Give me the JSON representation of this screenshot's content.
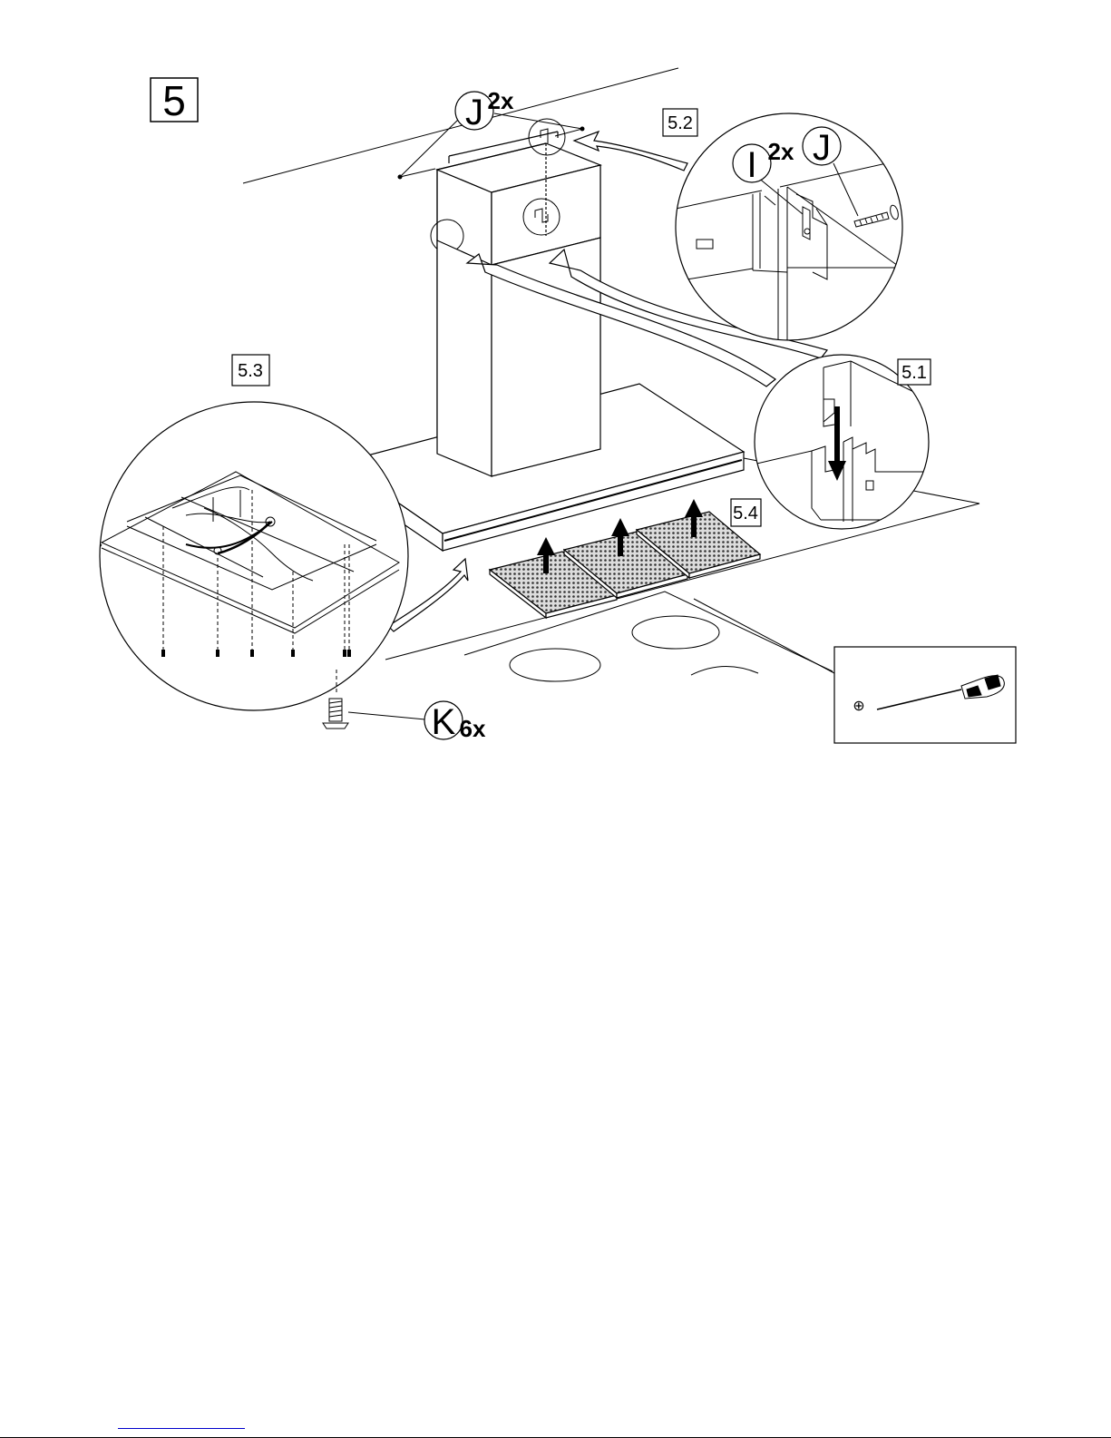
{
  "step": {
    "number": "5"
  },
  "sub_steps": {
    "s51": "5.1",
    "s52": "5.2",
    "s53": "5.3",
    "s54": "5.4"
  },
  "parts": {
    "J_top": {
      "letter": "J",
      "qty": "2x"
    },
    "I_detail": {
      "letter": "I",
      "qty": "2x"
    },
    "J_detail": {
      "letter": "J"
    },
    "K": {
      "letter": "K",
      "qty": "6x"
    }
  },
  "tool": {
    "name": "phillips-screwdriver",
    "tip_symbol": "⊕"
  }
}
